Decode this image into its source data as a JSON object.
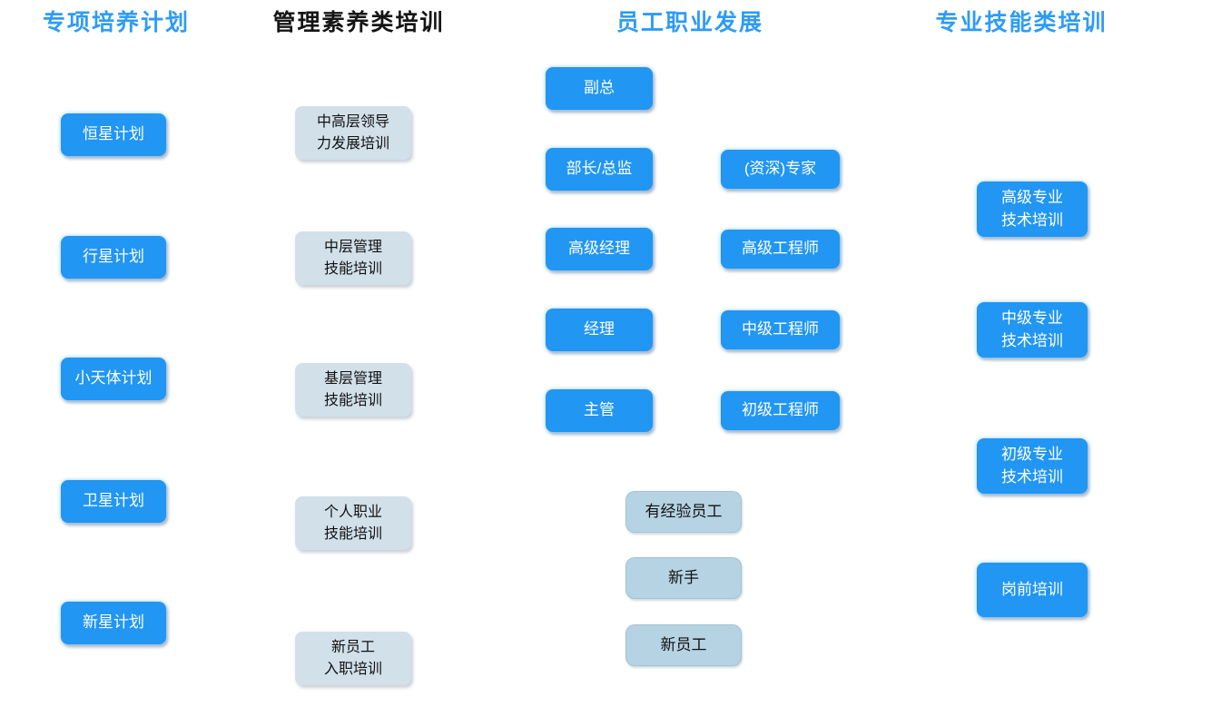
{
  "diagram": {
    "title_hint": "employee-training-and-career-development-framework",
    "colors": {
      "header_blue": "#2e9bf6",
      "header_black": "#151515",
      "blue_box": "#2196f3",
      "gray_box": "#d2e0ea",
      "steel_box": "#b6d3e3",
      "blue_box_text": "#ffffff",
      "gray_box_text": "#111111",
      "background": "#ffffff"
    },
    "columns": {
      "special_programs": {
        "header": "专项培养计划",
        "items": [
          "恒星计划",
          "行星计划",
          "小天体计划",
          "卫星计划",
          "新星计划"
        ]
      },
      "management_training": {
        "header": "管理素养类培训",
        "items": [
          "中高层领导\n力发展培训",
          "中层管理\n技能培训",
          "基层管理\n技能培训",
          "个人职业\n技能培训",
          "新员工\n入职培训"
        ]
      },
      "career_development": {
        "header": "员工职业发展",
        "management_track": [
          "副总",
          "部长/总监",
          "高级经理",
          "经理",
          "主管"
        ],
        "technical_track": [
          "(资深)专家",
          "高级工程师",
          "中级工程师",
          "初级工程师"
        ],
        "entry_track": [
          "有经验员工",
          "新手",
          "新员工"
        ]
      },
      "skill_training": {
        "header": "专业技能类培训",
        "items": [
          "高级专业\n技术培训",
          "中级专业\n技术培训",
          "初级专业\n技术培训",
          "岗前培训"
        ]
      }
    }
  }
}
